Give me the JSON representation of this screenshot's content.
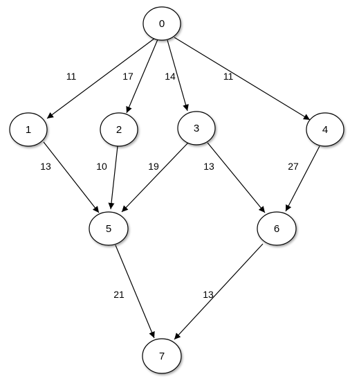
{
  "nodes": [
    {
      "id": "n0",
      "label": "0"
    },
    {
      "id": "n1",
      "label": "1"
    },
    {
      "id": "n2",
      "label": "2"
    },
    {
      "id": "n3",
      "label": "3"
    },
    {
      "id": "n4",
      "label": "4"
    },
    {
      "id": "n5",
      "label": "5"
    },
    {
      "id": "n6",
      "label": "6"
    },
    {
      "id": "n7",
      "label": "7"
    }
  ],
  "edges": [
    {
      "from": "0",
      "to": "1",
      "weight": "11"
    },
    {
      "from": "0",
      "to": "2",
      "weight": "17"
    },
    {
      "from": "0",
      "to": "3",
      "weight": "14"
    },
    {
      "from": "0",
      "to": "4",
      "weight": "11"
    },
    {
      "from": "1",
      "to": "5",
      "weight": "13"
    },
    {
      "from": "2",
      "to": "5",
      "weight": "10"
    },
    {
      "from": "3",
      "to": "5",
      "weight": "19"
    },
    {
      "from": "3",
      "to": "6",
      "weight": "13"
    },
    {
      "from": "4",
      "to": "6",
      "weight": "27"
    },
    {
      "from": "5",
      "to": "7",
      "weight": "21"
    },
    {
      "from": "6",
      "to": "7",
      "weight": "13"
    }
  ],
  "colors": {
    "stroke": "#000000",
    "node_fill": "#ffffff"
  }
}
